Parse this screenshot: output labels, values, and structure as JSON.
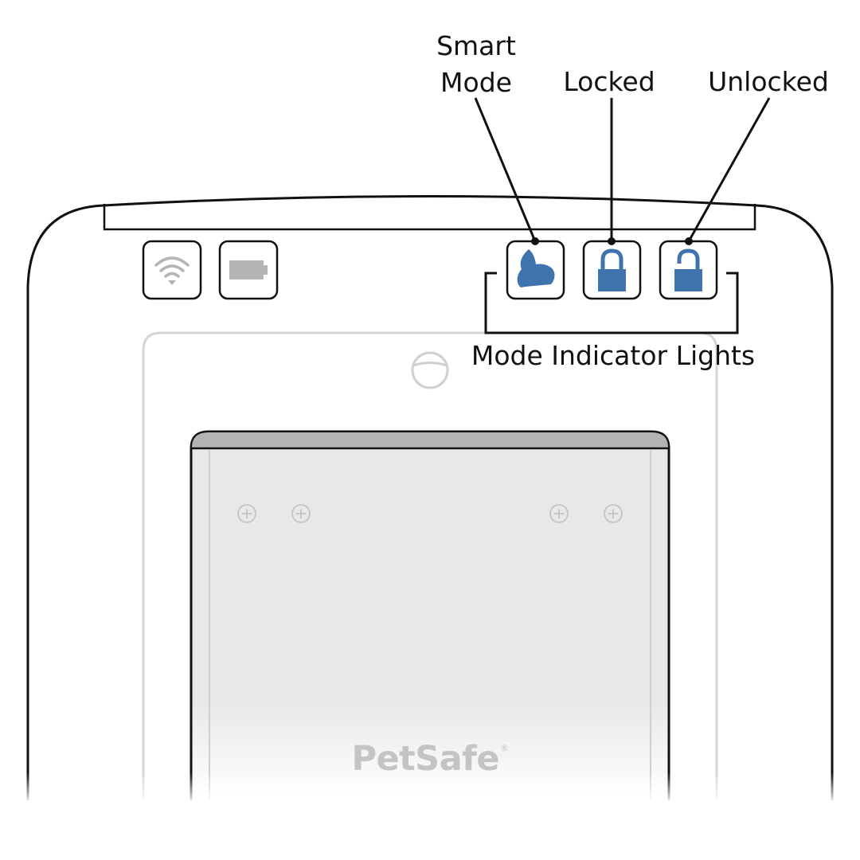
{
  "labels": {
    "smart_mode_line1": "Smart",
    "smart_mode_line2": "Mode",
    "locked": "Locked",
    "unlocked": "Unlocked",
    "mode_indicator_lights": "Mode Indicator Lights"
  },
  "brand": {
    "name": "PetSafe",
    "registered_mark": "®"
  },
  "icons": {
    "status": [
      "wifi-icon",
      "battery-icon"
    ],
    "modes": [
      "pet-head-icon",
      "padlock-closed-icon",
      "padlock-open-icon"
    ]
  },
  "colors": {
    "indicator_blue": "#3f73ae",
    "outline": "#111111",
    "status_icon_grey": "#b5b5b5",
    "flap_panel": "#e8e8e8",
    "flap_top_bar": "#b3b3b3",
    "recess_outline": "#d5d5d5",
    "brand_text": "#c4c4c4"
  }
}
